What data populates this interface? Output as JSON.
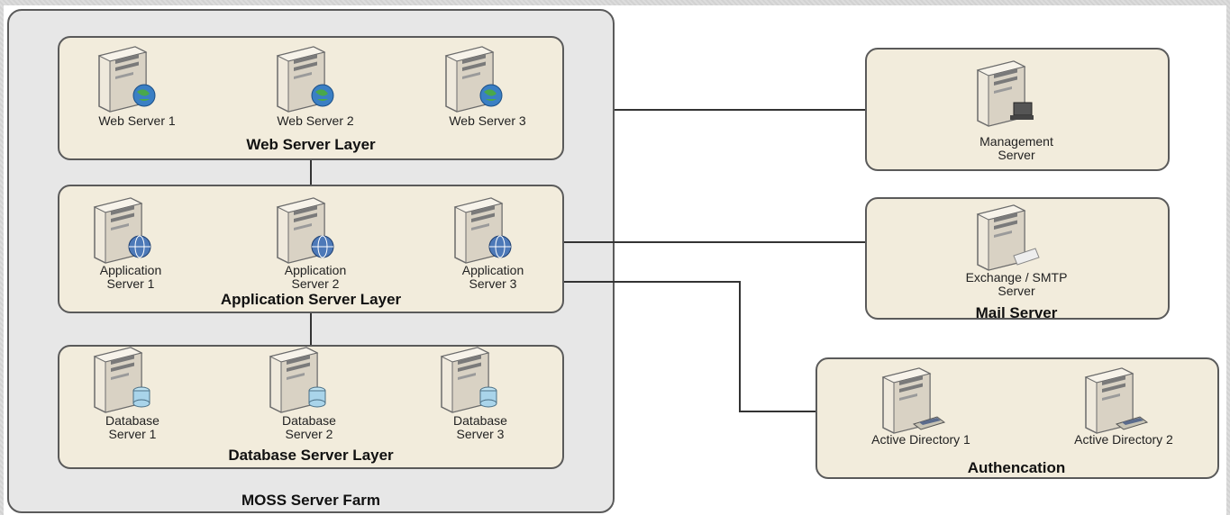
{
  "farm": {
    "title": "MOSS Server Farm"
  },
  "web_layer": {
    "title": "Web Server Layer",
    "servers": [
      "Web Server 1",
      "Web Server 2",
      "Web Server 3"
    ],
    "badge_icon": "globe-icon"
  },
  "app_layer": {
    "title": "Application Server Layer",
    "servers": [
      {
        "line1": "Application",
        "line2": "Server 1"
      },
      {
        "line1": "Application",
        "line2": "Server 2"
      },
      {
        "line1": "Application",
        "line2": "Server 3"
      }
    ],
    "badge_icon": "network-globe-icon"
  },
  "db_layer": {
    "title": "Database Server Layer",
    "servers": [
      {
        "line1": "Database",
        "line2": "Server 1"
      },
      {
        "line1": "Database",
        "line2": "Server 2"
      },
      {
        "line1": "Database",
        "line2": "Server 3"
      }
    ],
    "badge_icon": "database-cylinder-icon"
  },
  "management": {
    "line1": "Management",
    "line2": "Server",
    "badge_icon": "computer-terminal-icon"
  },
  "mail": {
    "title": "Mail Server",
    "line1": "Exchange / SMTP",
    "line2": "Server",
    "badge_icon": "envelope-icon"
  },
  "auth": {
    "title": "Authencation",
    "servers": [
      "Active Directory 1",
      "Active Directory 2"
    ],
    "badge_icon": "keyboard-icon"
  },
  "colors": {
    "layer_fill": "#f2ecdc",
    "farm_fill": "#e7e7e7",
    "border": "#5a5a5a"
  }
}
